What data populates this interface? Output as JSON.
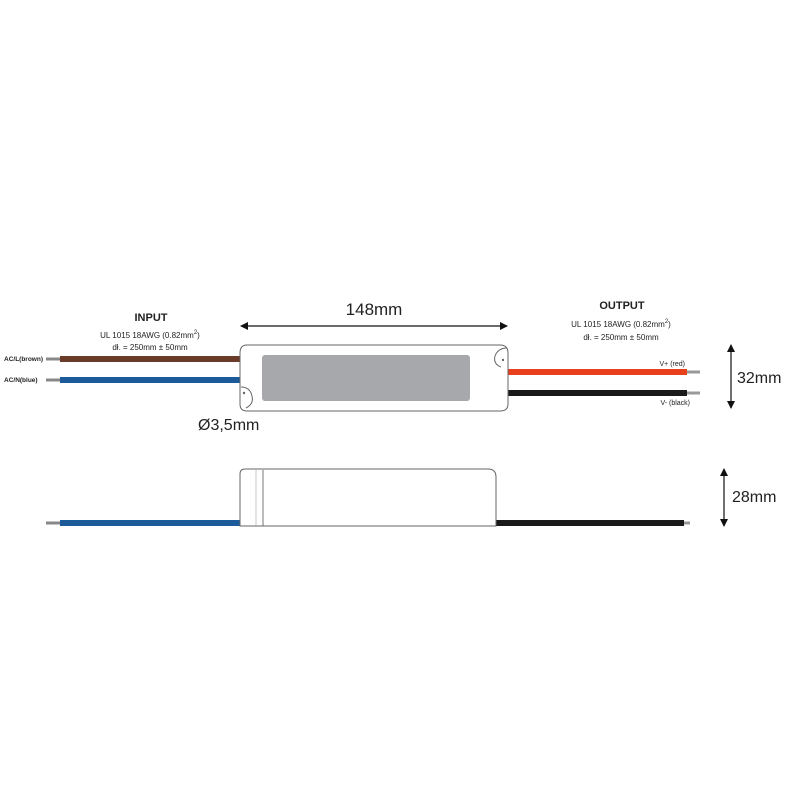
{
  "top_view": {
    "length_label": "148mm",
    "height_label": "32mm",
    "screw_hole_label": "Ø3,5mm",
    "input": {
      "title": "INPUT",
      "cable_spec": "UL 1015 18AWG (0.82mm",
      "cable_spec_sup": "2",
      "cable_spec_end": ")",
      "cable_length": "dł. = 250mm ± 50mm",
      "wire_live_label": "AC/L(brown)",
      "wire_neutral_label": "AC/N(blue)"
    },
    "output": {
      "title": "OUTPUT",
      "cable_spec": "UL 1015 18AWG (0.82mm",
      "cable_spec_sup": "2",
      "cable_spec_end": ")",
      "cable_length": "dł. = 250mm ± 50mm",
      "wire_positive_label": "V+ (red)",
      "wire_negative_label": "V- (black)"
    }
  },
  "side_view": {
    "thickness_label": "28mm"
  },
  "colors": {
    "wire_brown": "#6b3b2a",
    "wire_blue": "#1d5a99",
    "wire_red": "#e8401c",
    "wire_black": "#1a1a1a",
    "label_panel": "#a6a8ab",
    "outline": "#555555"
  }
}
